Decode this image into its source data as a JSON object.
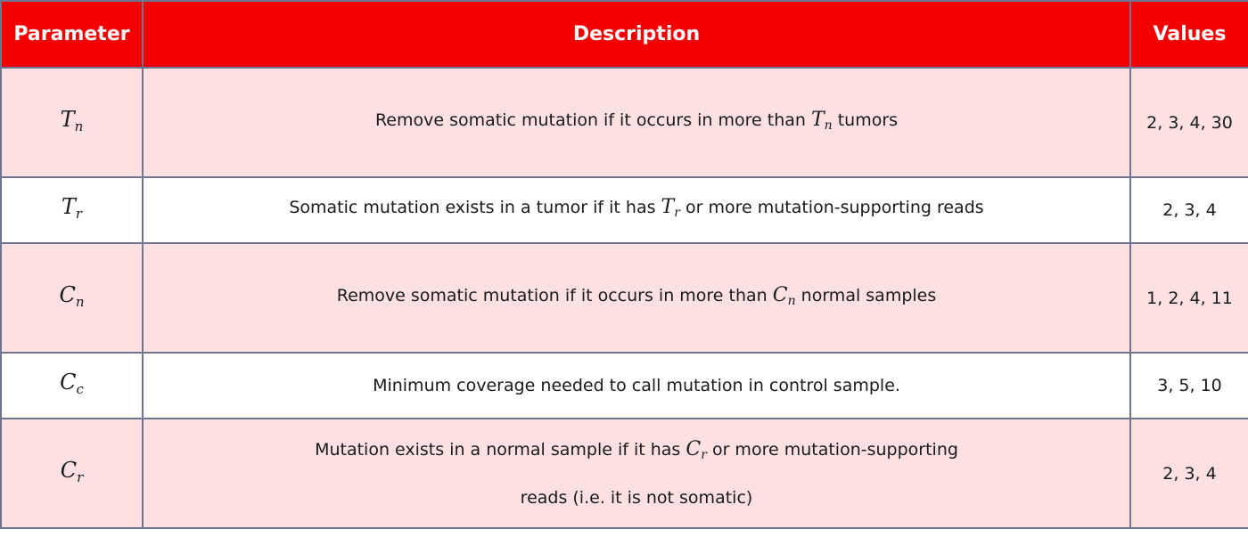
{
  "header": {
    "parameter": "Parameter",
    "description": "Description",
    "values": "Values"
  },
  "colors": {
    "header_bg": "#f40000",
    "header_text": "#ffffff",
    "row_pink": "#fde0e1",
    "row_white": "#ffffff",
    "border": "#6f7590"
  },
  "rows": [
    {
      "symbol": "T",
      "sub": "n",
      "desc_before": "Remove somatic mutation if it occurs in more than ",
      "desc_sym": "T",
      "desc_sub": "n",
      "desc_after": " tumors",
      "values": "2, 3, 4, 30"
    },
    {
      "symbol": "T",
      "sub": "r",
      "desc_before": "Somatic mutation exists in a tumor if it has ",
      "desc_sym": "T",
      "desc_sub": "r",
      "desc_after": " or more mutation-supporting reads",
      "values": "2, 3, 4"
    },
    {
      "symbol": "C",
      "sub": "n",
      "desc_before": "Remove somatic mutation if it occurs in more than ",
      "desc_sym": "C",
      "desc_sub": "n",
      "desc_after": " normal samples",
      "values": "1, 2, 4, 11"
    },
    {
      "symbol": "C",
      "sub": "c",
      "desc_before": "Minimum coverage needed to call mutation in control sample.",
      "values": "3, 5, 10"
    },
    {
      "symbol": "C",
      "sub": "r",
      "desc_before": "Mutation exists in a normal sample if it has ",
      "desc_sym": "C",
      "desc_sub": "r",
      "desc_after": " or more mutation-supporting reads (i.e. it is not somatic)",
      "values": "2, 3, 4"
    }
  ]
}
